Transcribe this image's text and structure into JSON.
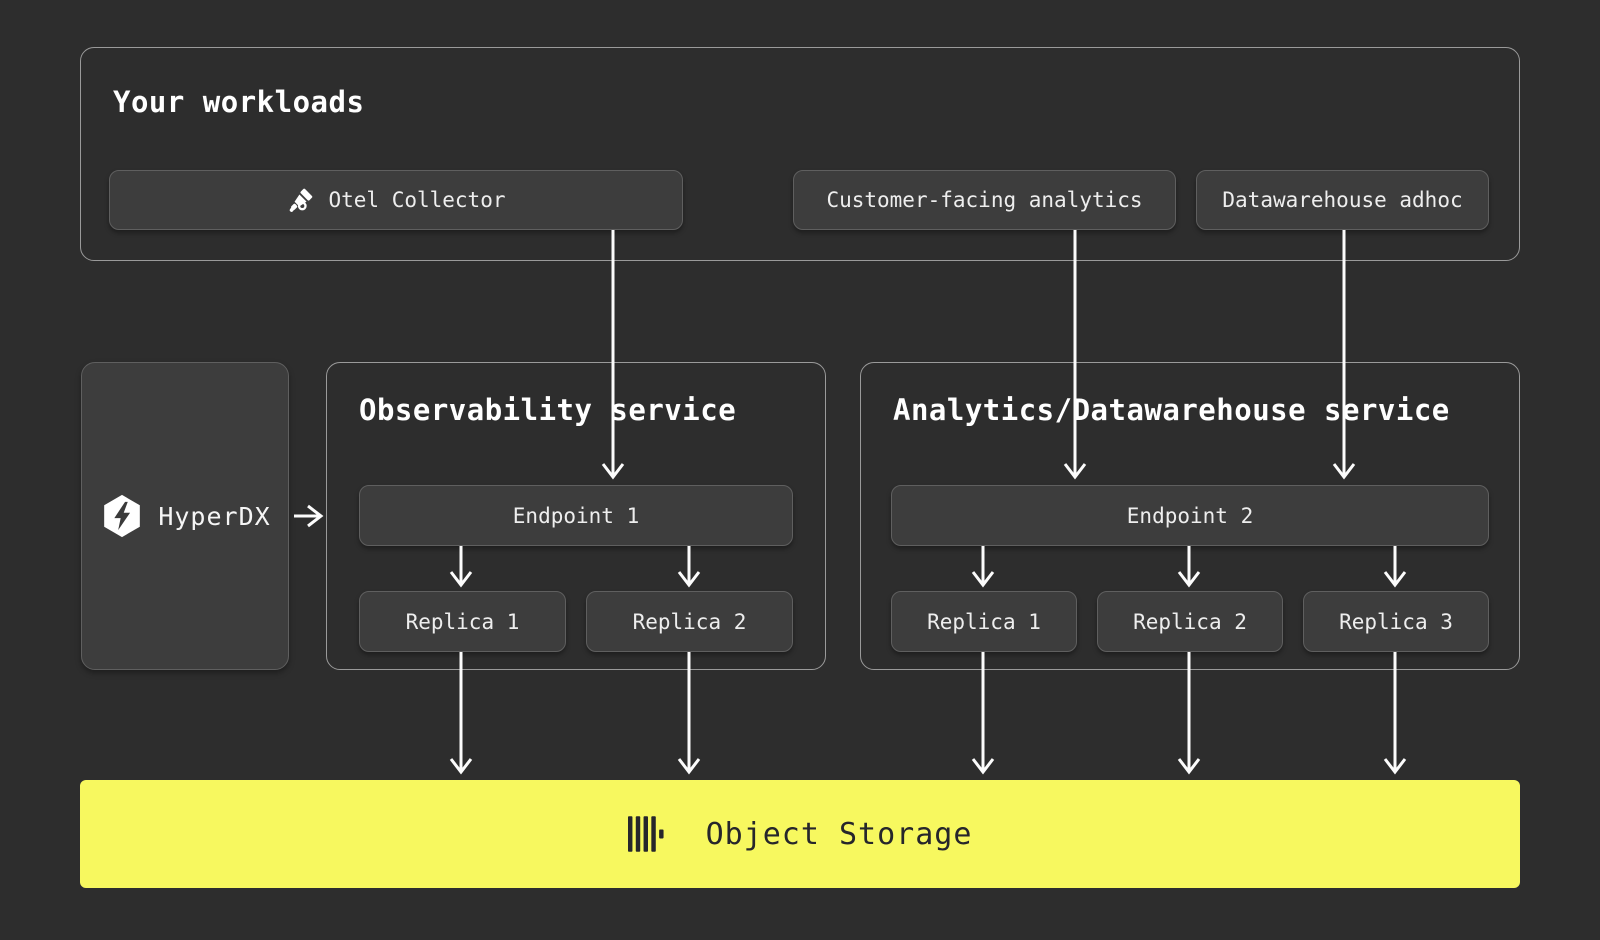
{
  "colors": {
    "background": "#2d2d2d",
    "panel_border": "#9a9a9a",
    "node_fill": "#3d3d3d",
    "node_border": "#5f5f5f",
    "text": "#f2f2f2",
    "arrow": "#fcfcfc",
    "storage_yellow": "#f7f85f",
    "storage_text": "#26262b"
  },
  "workloads": {
    "title": "Your workloads",
    "nodes": [
      {
        "label": "Otel Collector",
        "icon": "telescope-icon"
      },
      {
        "label": "Customer-facing analytics"
      },
      {
        "label": "Datawarehouse adhoc"
      }
    ]
  },
  "hyperdx": {
    "label": "HyperDX",
    "icon": "hyperdx-logo-icon"
  },
  "observability": {
    "title": "Observability service",
    "endpoint_label": "Endpoint 1",
    "replicas": [
      "Replica 1",
      "Replica 2"
    ]
  },
  "analytics": {
    "title": "Analytics/Datawarehouse service",
    "endpoint_label": "Endpoint 2",
    "replicas": [
      "Replica 1",
      "Replica 2",
      "Replica 3"
    ]
  },
  "storage": {
    "label": "Object Storage",
    "icon": "clickhouse-logo-icon"
  }
}
